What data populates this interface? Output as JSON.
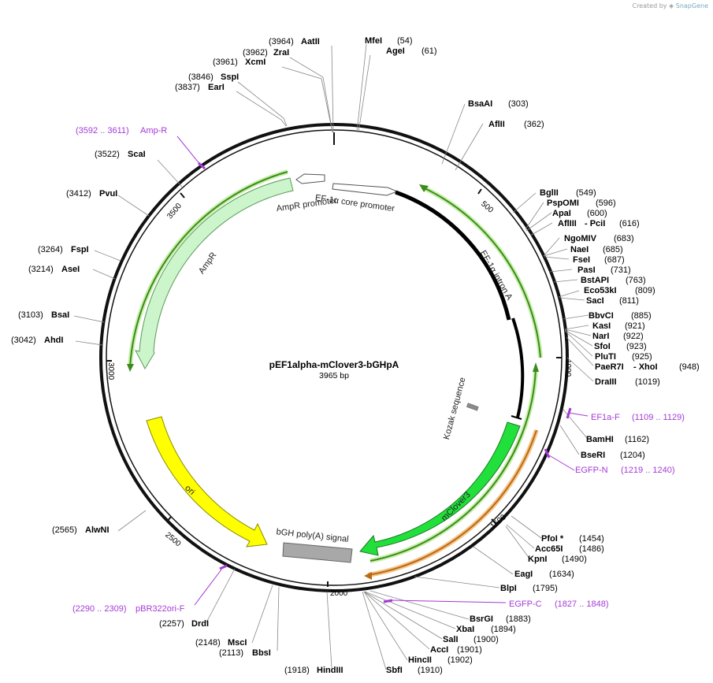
{
  "plasmid": {
    "name": "pEF1alpha-mClover3-bGHpA",
    "size_label": "3965 bp"
  },
  "credit": {
    "prefix": "Created by",
    "brand": "SnapGene",
    "logo_icon": "snapgene-logo-icon"
  },
  "ticks": [
    "500",
    "1000",
    "1500",
    "2000",
    "2500",
    "3000",
    "3500"
  ],
  "sites": [
    {
      "name": "AatII",
      "pos": "(3964)"
    },
    {
      "name": "ZraI",
      "pos": "(3962)"
    },
    {
      "name": "XcmI",
      "pos": "(3961)"
    },
    {
      "name": "SspI",
      "pos": "(3846)"
    },
    {
      "name": "EarI",
      "pos": "(3837)"
    },
    {
      "name": "ScaI",
      "pos": "(3522)"
    },
    {
      "name": "PvuI",
      "pos": "(3412)"
    },
    {
      "name": "FspI",
      "pos": "(3264)"
    },
    {
      "name": "AseI",
      "pos": "(3214)"
    },
    {
      "name": "BsaI",
      "pos": "(3103)"
    },
    {
      "name": "AhdI",
      "pos": "(3042)"
    },
    {
      "name": "AlwNI",
      "pos": "(2565)"
    },
    {
      "name": "DrdI",
      "pos": "(2257)"
    },
    {
      "name": "MscI",
      "pos": "(2148)"
    },
    {
      "name": "BbsI",
      "pos": "(2113)"
    },
    {
      "name": "HindIII",
      "pos": "(1918)"
    },
    {
      "name": "MfeI",
      "pos": "(54)"
    },
    {
      "name": "AgeI",
      "pos": "(61)"
    },
    {
      "name": "BsaAI",
      "pos": "(303)"
    },
    {
      "name": "AflII",
      "pos": "(362)"
    },
    {
      "name": "BglII",
      "pos": "(549)"
    },
    {
      "name": "PspOMI",
      "pos": "(596)"
    },
    {
      "name": "ApaI",
      "pos": "(600)"
    },
    {
      "name": "AflIII",
      "suffix": " - PciI",
      "pos": "(616)"
    },
    {
      "name": "NgoMIV",
      "pos": "(683)"
    },
    {
      "name": "NaeI",
      "pos": "(685)"
    },
    {
      "name": "FseI",
      "pos": "(687)"
    },
    {
      "name": "PasI",
      "pos": "(731)"
    },
    {
      "name": "BstAPI",
      "pos": "(763)"
    },
    {
      "name": "Eco53kI",
      "pos": "(809)"
    },
    {
      "name": "SacI",
      "pos": "(811)"
    },
    {
      "name": "BbvCI",
      "pos": "(885)"
    },
    {
      "name": "KasI",
      "pos": "(921)"
    },
    {
      "name": "NarI",
      "pos": "(922)"
    },
    {
      "name": "SfoI",
      "pos": "(923)"
    },
    {
      "name": "PluTI",
      "pos": "(925)"
    },
    {
      "name": "PaeR7I",
      "suffix": " - XhoI",
      "pos": "(948)"
    },
    {
      "name": "DraIII",
      "pos": "(1019)"
    },
    {
      "name": "BamHI",
      "pos": "(1162)"
    },
    {
      "name": "BseRI",
      "pos": "(1204)"
    },
    {
      "name": "PfoI *",
      "pos": "(1454)"
    },
    {
      "name": "Acc65I",
      "pos": "(1486)"
    },
    {
      "name": "KpnI",
      "pos": "(1490)"
    },
    {
      "name": "EagI",
      "pos": "(1634)"
    },
    {
      "name": "BlpI",
      "pos": "(1795)"
    },
    {
      "name": "BsrGI",
      "pos": "(1883)"
    },
    {
      "name": "XbaI",
      "pos": "(1894)"
    },
    {
      "name": "SalI",
      "pos": "(1900)"
    },
    {
      "name": "AccI",
      "pos": "(1901)"
    },
    {
      "name": "HincII",
      "pos": "(1902)"
    },
    {
      "name": "SbfI",
      "pos": "(1910)"
    }
  ],
  "primers": [
    {
      "name": "Amp-R",
      "range": "(3592 .. 3611)"
    },
    {
      "name": "EF1a-F",
      "range": "(1109 .. 1129)"
    },
    {
      "name": "EGFP-N",
      "range": "(1219 .. 1240)"
    },
    {
      "name": "EGFP-C",
      "range": "(1827 .. 1848)"
    },
    {
      "name": "pBR322ori-F",
      "range": "(2290 .. 2309)"
    }
  ],
  "features": {
    "ampr_promoter": "AmpR promoter",
    "ef1a_core_promoter": "EF-1α core promoter",
    "ef1a_intron": "EF-1α intron A",
    "ampr": "AmpR",
    "kozak": "Kozak sequence",
    "mclover3": "mClover3",
    "bgh": "bGH poly(A) signal",
    "ori": "ori"
  },
  "colors": {
    "backbone": "#111111",
    "primer": "#a43ad6",
    "ampr": "#ccf5cc",
    "ampr_bar": "#9fe27a",
    "mclover3": "#22e03c",
    "orange_bar": "#f5b663",
    "ori": "#ffff00",
    "polyA": "#a8a8a8",
    "promoter": "#ffffff",
    "site_line": "#888888"
  }
}
